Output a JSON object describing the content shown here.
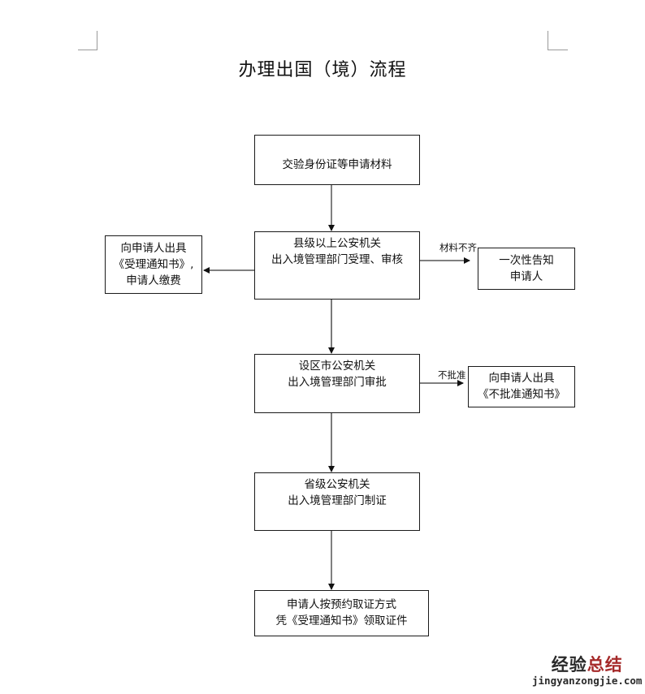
{
  "title": "办理出国（境）流程",
  "steps": {
    "submit": {
      "lines": [
        "交验身份证等申请材料"
      ]
    },
    "county_review": {
      "lines": [
        "县级以上公安机关",
        "出入境管理部门受理、审核"
      ]
    },
    "city_approval": {
      "lines": [
        "设区市公安机关",
        "出入境管理部门审批"
      ]
    },
    "province_issue": {
      "lines": [
        "省级公安机关",
        "出入境管理部门制证"
      ]
    },
    "collect": {
      "lines": [
        "申请人按预约取证方式",
        "凭《受理通知书》领取证件"
      ]
    }
  },
  "branches": {
    "accept_notice": {
      "lines": [
        "向申请人出具",
        "《受理通知书》,",
        "申请人缴费"
      ]
    },
    "incomplete": {
      "edge_label": "材料不齐",
      "lines": [
        "一次性告知",
        "申请人"
      ]
    },
    "rejected": {
      "edge_label": "不批准",
      "lines": [
        "向申请人出具",
        "《不批准通知书》"
      ]
    }
  },
  "watermark": {
    "cn_part1": "经验",
    "cn_part2": "总结",
    "domain": "jingyanzongjie.com",
    "colors": {
      "dark": "#2a2a2a",
      "accent": "#a52a2a"
    }
  }
}
